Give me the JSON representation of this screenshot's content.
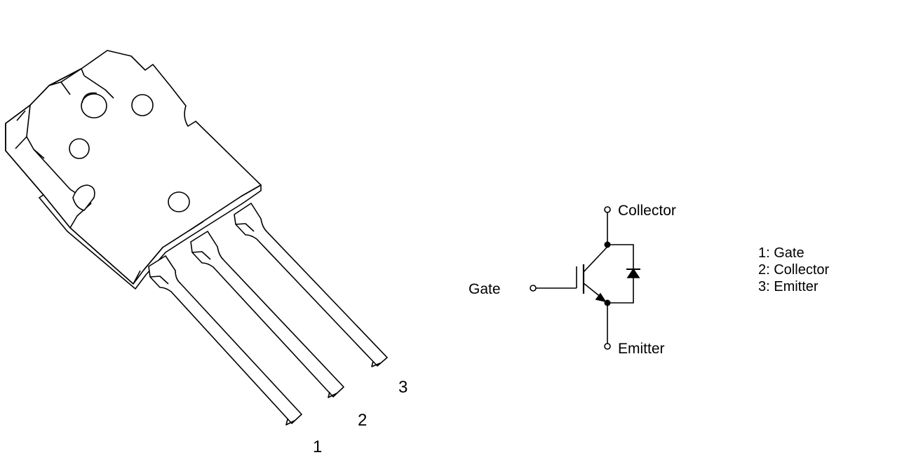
{
  "package": {
    "pin_numbers": [
      "1",
      "2",
      "3"
    ]
  },
  "schematic": {
    "collector_label": "Collector",
    "gate_label": "Gate",
    "emitter_label": "Emitter"
  },
  "pin_list": [
    {
      "text": "1: Gate"
    },
    {
      "text": "2: Collector"
    },
    {
      "text": "3: Emitter"
    }
  ]
}
